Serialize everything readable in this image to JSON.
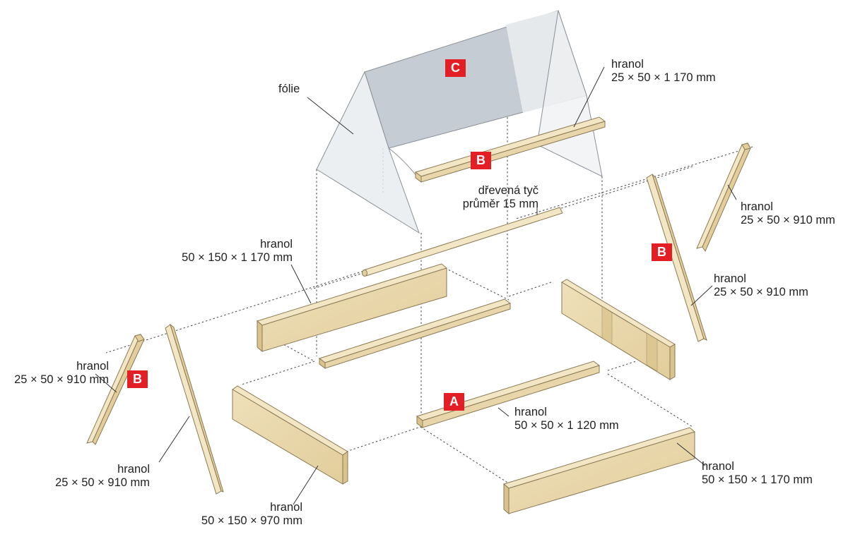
{
  "labels": {
    "folie": "fólie",
    "top_right": {
      "l1": "hranol",
      "l2": "25 × 50 × 1 170 mm"
    },
    "rod": {
      "l1": "dřevená tyč",
      "l2": "průměr 15 mm"
    },
    "right_leg_outer": {
      "l1": "hranol",
      "l2": "25 × 50 × 910 mm"
    },
    "right_leg_inner": {
      "l1": "hranol",
      "l2": "25 × 50 × 910 mm"
    },
    "back_board": {
      "l1": "hranol",
      "l2": "50 × 150 × 1 170 mm"
    },
    "left_leg_outer": {
      "l1": "hranol",
      "l2": "25 × 50 × 910 mm"
    },
    "left_leg_inner": {
      "l1": "hranol",
      "l2": "25 × 50 × 910 mm"
    },
    "center_beam": {
      "l1": "hranol",
      "l2": "50 × 50 × 1 120 mm"
    },
    "front_board": {
      "l1": "hranol",
      "l2": "50 × 150 × 1 170 mm"
    },
    "side_board": {
      "l1": "hranol",
      "l2": "50 × 150 × 970 mm"
    }
  },
  "badges": {
    "a": "A",
    "b1": "B",
    "b2": "B",
    "b3": "B",
    "c": "C"
  },
  "colors": {
    "badge": "#e31e24",
    "wood_top": "#f3e6c4",
    "wood_face": "#e8d6aa",
    "wood_dark": "#cdb57f",
    "film": "#d2d8de"
  }
}
